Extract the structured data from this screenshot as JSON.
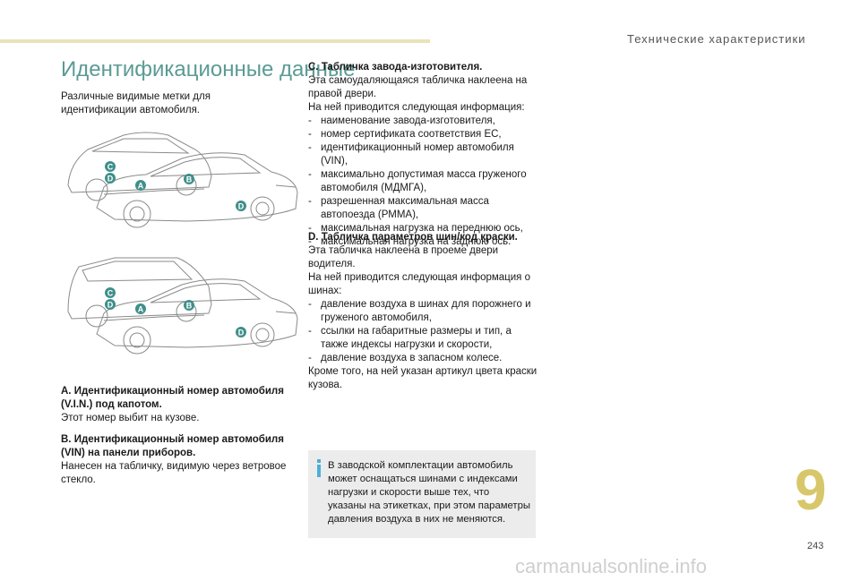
{
  "header": {
    "section_title": "Технические характеристики"
  },
  "page_title": "Идентификационные данные",
  "intro": "Различные видимые метки для идентификации автомобиля.",
  "callouts": {
    "a": "A",
    "b": "B",
    "c": "C",
    "d": "D"
  },
  "block_a": {
    "heading": "A. Идентификационный номер автомобиля (V.I.N.) под капотом.",
    "text": "Этот номер выбит на кузове."
  },
  "block_b": {
    "heading": "B. Идентификационный номер автомобиля (VIN) на панели приборов.",
    "text": "Нанесен на табличку, видимую через ветровое стекло."
  },
  "block_c": {
    "heading": "C. Табличка завода-изготовителя.",
    "intro": "Эта самоудаляющаяся табличка наклеена на правой двери.",
    "lead": "На ней приводится следующая информация:",
    "items": [
      "наименование завода-изготовителя,",
      "номер сертификата соответствия ЕС,",
      "идентификационный номер автомобиля (VIN),",
      "максимально допустимая масса груженого автомобиля (МДМГА),",
      "разрешенная максимальная масса автопоезда (РММА),",
      "максимальная нагрузка на переднюю ось,",
      "максимальная нагрузка на заднюю ось."
    ]
  },
  "block_d": {
    "heading": "D. Табличка параметров шин/код краски.",
    "intro": "Эта табличка наклеена в проеме двери водителя.",
    "lead": "На ней приводится следующая информация о шинах:",
    "items": [
      "давление воздуха в шинах для порожнего и груженого автомобиля,",
      "ссылки на габаритные размеры и тип, а также индексы нагрузки и скорости,",
      "давление воздуха в запасном колесе."
    ],
    "outro": "Кроме того, на ней указан артикул цвета краски кузова."
  },
  "info_box": {
    "text": "В заводской комплектации автомобиль может оснащаться шинами с индексами нагрузки и скорости выше тех, что указаны на этикетках, при этом параметры давления воздуха в них не меняются."
  },
  "chapter_number": "9",
  "page_number": "243",
  "watermark": "carmanualsonline.info",
  "colors": {
    "accent": "#5b9b95",
    "chapter": "#d8c76a",
    "callout": "#3f8f8a",
    "info_icon": "#4ab0d8"
  }
}
